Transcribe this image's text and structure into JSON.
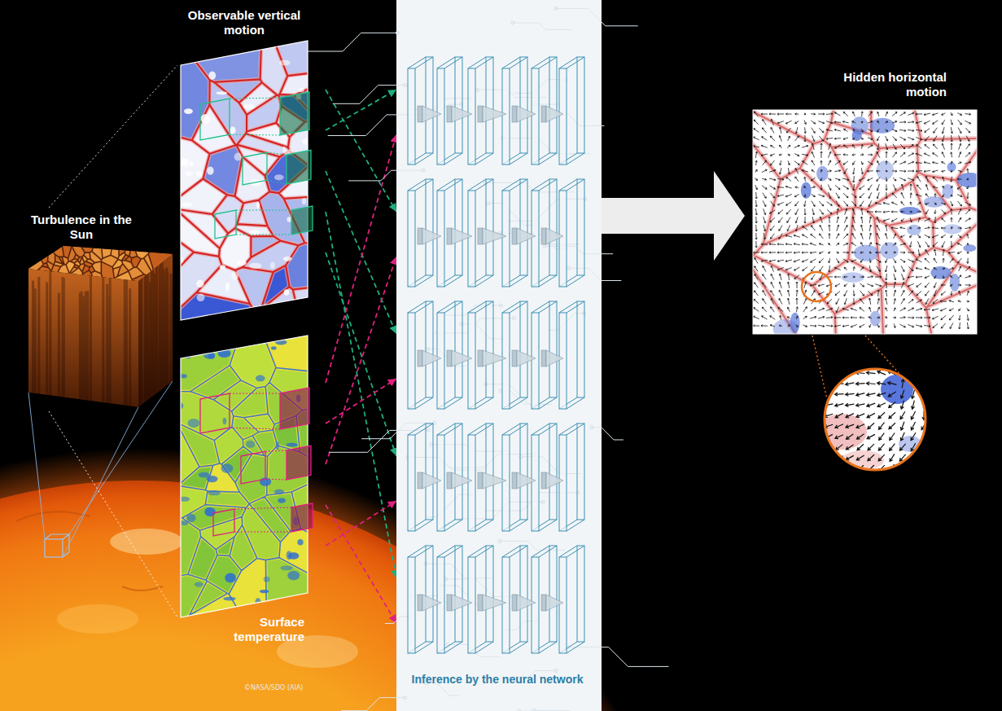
{
  "diagram": {
    "nodes": [
      {
        "text": [
          "Turbulence in the Sun"
        ]
      },
      {
        "text": [
          "Observable vertical motion"
        ]
      },
      {
        "text": [
          "Surface temperature"
        ]
      },
      {
        "text": [
          "Inference by the neural network"
        ]
      },
      {
        "text": [
          "Hidden horizontal motion"
        ]
      }
    ],
    "edges": [
      {
        "from": 0,
        "to": 1,
        "arrow": "none"
      },
      {
        "from": 0,
        "to": 2,
        "arrow": "none"
      },
      {
        "from": 1,
        "to": 3,
        "arrow": "to"
      },
      {
        "from": 1,
        "to": 3,
        "arrow": "to"
      },
      {
        "from": 1,
        "to": 3,
        "arrow": "to"
      },
      {
        "from": 1,
        "to": 3,
        "arrow": "to"
      },
      {
        "from": 1,
        "to": 3,
        "arrow": "to"
      },
      {
        "from": 2,
        "to": 3,
        "arrow": "to"
      },
      {
        "from": 2,
        "to": 3,
        "arrow": "to"
      },
      {
        "from": 2,
        "to": 3,
        "arrow": "to"
      },
      {
        "from": 2,
        "to": 3,
        "arrow": "to"
      },
      {
        "from": 2,
        "to": 3,
        "arrow": "to"
      },
      {
        "from": 3,
        "to": 4,
        "arrow": "to"
      }
    ],
    "labels": [
      "©NASA/SDO (AIA)"
    ]
  }
}
